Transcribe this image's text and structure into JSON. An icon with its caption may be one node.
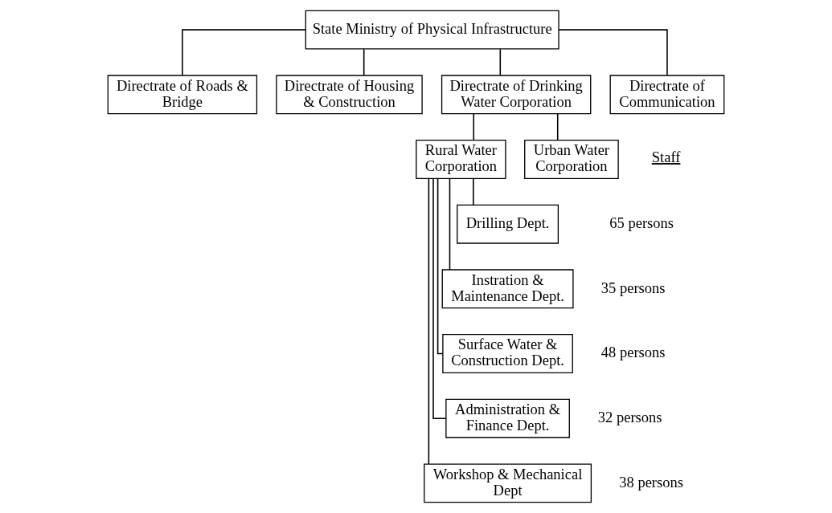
{
  "diagram": {
    "nodes": [
      {
        "text": [
          "State Ministry of Physical Infrastructure"
        ]
      },
      {
        "text": [
          "Directrate of Roads & Bridge"
        ]
      },
      {
        "text": [
          "Directrate of Housing & Construction"
        ]
      },
      {
        "text": [
          "Directrate of Drinking Water Corporation"
        ]
      },
      {
        "text": [
          "Directrate of Communication"
        ]
      },
      {
        "text": [
          "Rural Water Corporation"
        ]
      },
      {
        "text": [
          "Urban Water Corporation"
        ]
      },
      {
        "text": [
          "Drilling Dept."
        ],
        "beside": [
          "65 persons"
        ]
      },
      {
        "text": [
          "Instration & Maintenance Dept."
        ],
        "beside": [
          "35 persons"
        ]
      },
      {
        "text": [
          "Surface Water & Construction Dept."
        ],
        "beside": [
          "48 persons"
        ]
      },
      {
        "text": [
          "Administration & Finance Dept."
        ],
        "beside": [
          "32 persons"
        ]
      },
      {
        "text": [
          "Workshop & Mechanical Dept"
        ],
        "beside": [
          "38 persons"
        ]
      }
    ],
    "edges": [
      {
        "from": 0,
        "to": 1,
        "arrow": "none"
      },
      {
        "from": 0,
        "to": 2,
        "arrow": "none"
      },
      {
        "from": 0,
        "to": 3,
        "arrow": "none"
      },
      {
        "from": 0,
        "to": 4,
        "arrow": "none"
      },
      {
        "from": 3,
        "to": 5,
        "arrow": "none"
      },
      {
        "from": 3,
        "to": 6,
        "arrow": "none"
      },
      {
        "from": 5,
        "to": 7,
        "arrow": "none"
      },
      {
        "from": 5,
        "to": 8,
        "arrow": "none"
      },
      {
        "from": 5,
        "to": 9,
        "arrow": "none"
      },
      {
        "from": 5,
        "to": 10,
        "arrow": "none"
      },
      {
        "from": 5,
        "to": 11,
        "arrow": "none"
      }
    ],
    "labels": [
      "Staff"
    ]
  }
}
